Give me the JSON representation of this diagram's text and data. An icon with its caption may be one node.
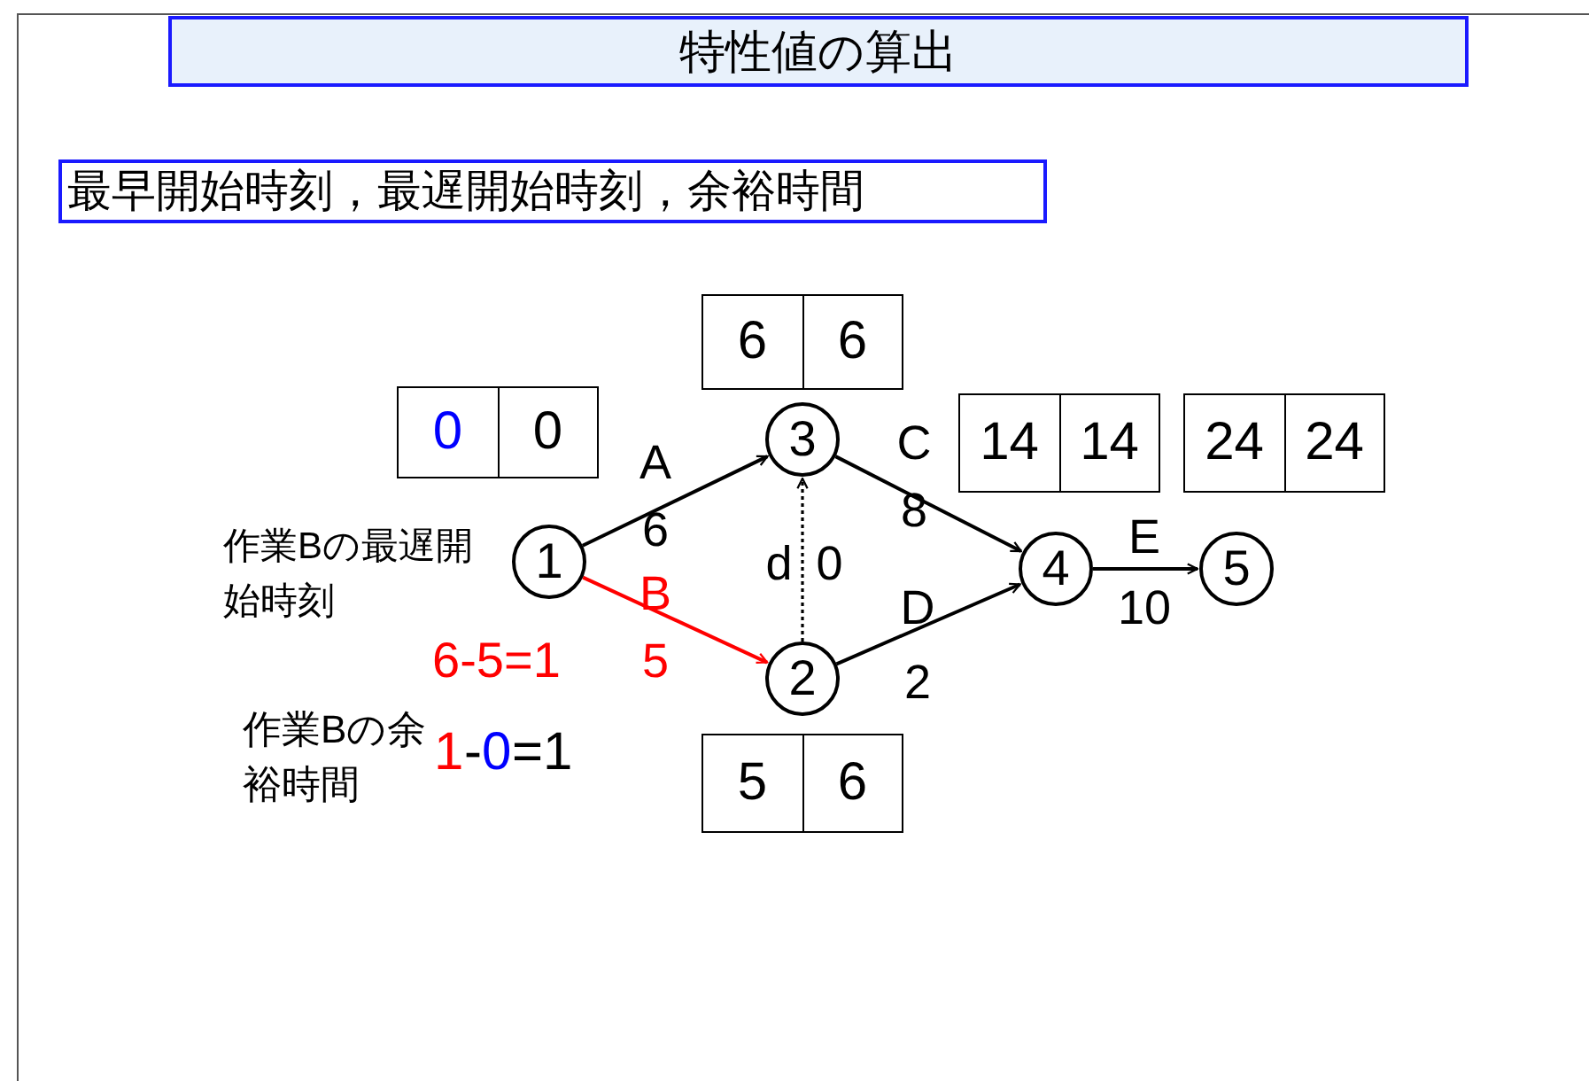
{
  "diagram": {
    "title": "特性値の算出",
    "nodes": [
      {
        "text": [
          "6",
          "6"
        ]
      },
      {
        "text": [
          "0",
          "0"
        ]
      },
      {
        "text": [
          "14",
          "14"
        ]
      },
      {
        "text": [
          "24",
          "24"
        ]
      },
      {
        "text": [
          "3"
        ]
      },
      {
        "text": [
          "1"
        ]
      },
      {
        "text": [
          "4"
        ]
      },
      {
        "text": [
          "5"
        ]
      },
      {
        "text": [
          "2"
        ]
      },
      {
        "text": [
          "5",
          "6"
        ]
      }
    ],
    "edges": [
      {
        "from": 5,
        "to": 4,
        "arrow": "to",
        "label": "A 6"
      },
      {
        "from": 5,
        "to": 8,
        "arrow": "to",
        "label": "B 5",
        "color": "#ff0000"
      },
      {
        "from": 8,
        "to": 4,
        "arrow": "to",
        "label": "d 0",
        "style": "dashed"
      },
      {
        "from": 4,
        "to": 6,
        "arrow": "to",
        "label": "C 8"
      },
      {
        "from": 8,
        "to": 6,
        "arrow": "to",
        "label": "D 2"
      },
      {
        "from": 6,
        "to": 7,
        "arrow": "to",
        "label": "E 10"
      }
    ],
    "labels": [
      "最早開始時刻，最遅開始時刻，余裕時間",
      "作業Bの最遅開始時刻",
      "6-5=1",
      "作業Bの余裕時間",
      "1",
      "-",
      "0",
      "=1"
    ]
  }
}
